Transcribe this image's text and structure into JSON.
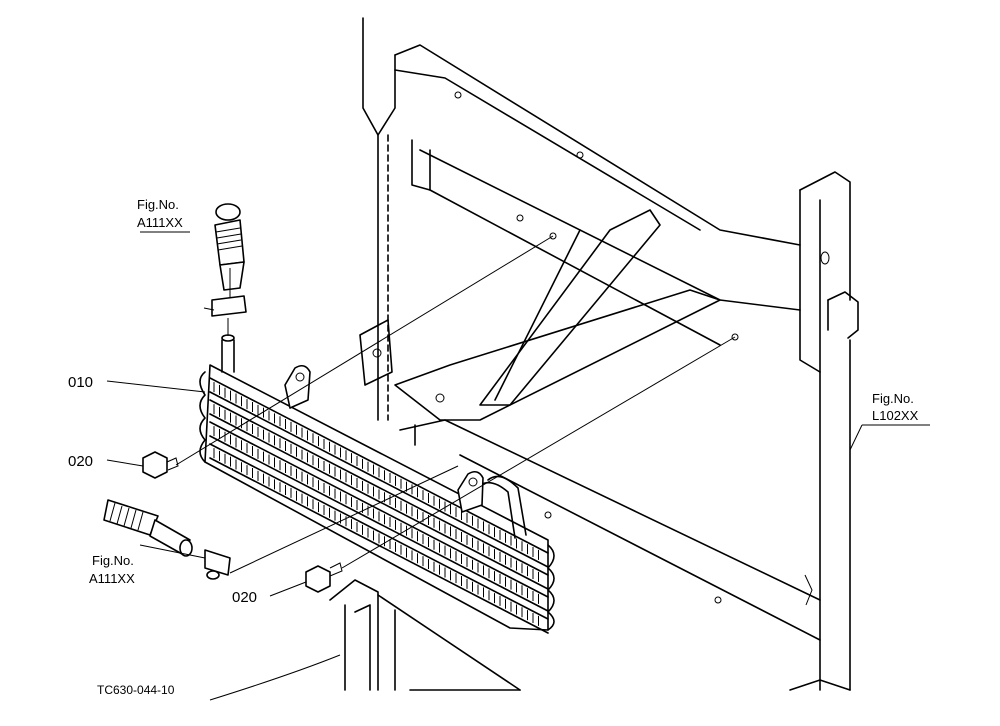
{
  "parts": [
    {
      "number": "010"
    },
    {
      "number": "020"
    },
    {
      "number": "020"
    }
  ],
  "figure_refs": [
    {
      "line1": "Fig.No.",
      "line2": "A111XX"
    },
    {
      "line1": "Fig.No.",
      "line2": "A111XX"
    },
    {
      "line1": "Fig.No.",
      "line2": "L102XX"
    }
  ],
  "drawing_code": "TC630-044-10"
}
